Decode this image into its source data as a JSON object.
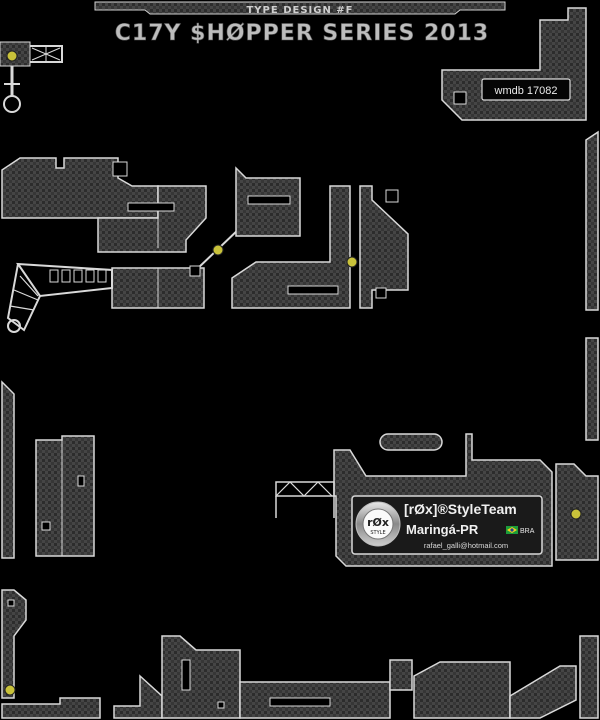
{
  "header": {
    "subtitle": "TYPE DESIGN #F",
    "title": "C17Y $HØPPER SERIES 2013"
  },
  "badge": {
    "label": "wmdb 17082"
  },
  "credits": {
    "team": "[rØx]®StyleTeam",
    "location": "Maringá-PR",
    "country": "BRA",
    "email": "rafael_galli@hotmail.com",
    "logo_text": "rØx",
    "logo_subtext": "STYLE"
  },
  "colors": {
    "background": "#000000",
    "panel_fill": "#3a3a3a",
    "panel_edge": "#d9d9d9",
    "bolt": "#c9c23a"
  },
  "icons": {
    "bolt": "radiation-bolt-icon",
    "flag": "brazil-flag-icon"
  }
}
